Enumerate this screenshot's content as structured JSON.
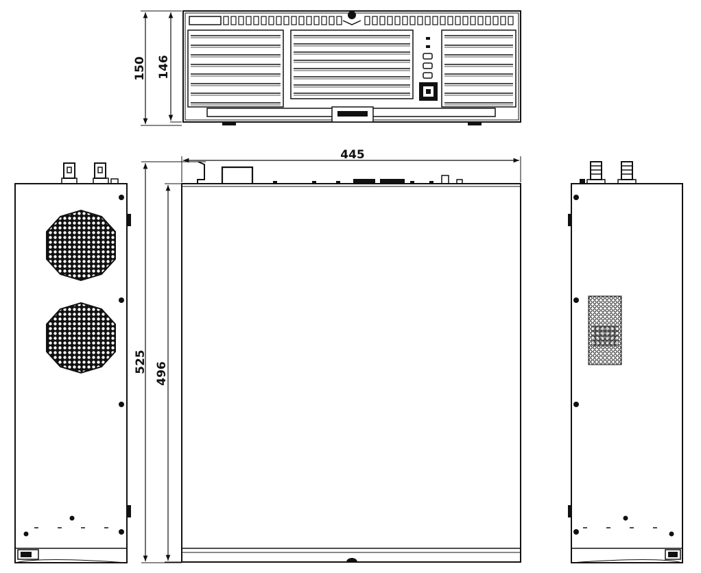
{
  "dimensions": {
    "overall_height": "150",
    "body_height": "146",
    "width": "445",
    "overall_depth": "525",
    "body_depth": "496"
  }
}
